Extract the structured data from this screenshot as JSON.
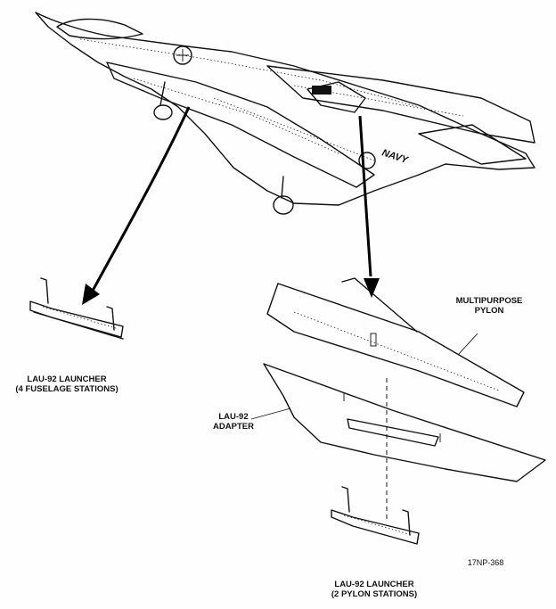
{
  "labels": {
    "launcher_fuselage_line1": "LAU-92 LAUNCHER",
    "launcher_fuselage_line2": "(4 FUSELAGE STATIONS)",
    "pylon_line1": "MULTIPURPOSE",
    "pylon_line2": "PYLON",
    "adapter_line1": "LAU-92",
    "adapter_line2": "ADAPTER",
    "launcher_pylon_line1": "LAU-92 LAUNCHER",
    "launcher_pylon_line2": "(2 PYLON STATIONS)",
    "figure_code": "17NP-368",
    "aircraft_marking": "NAVY"
  }
}
